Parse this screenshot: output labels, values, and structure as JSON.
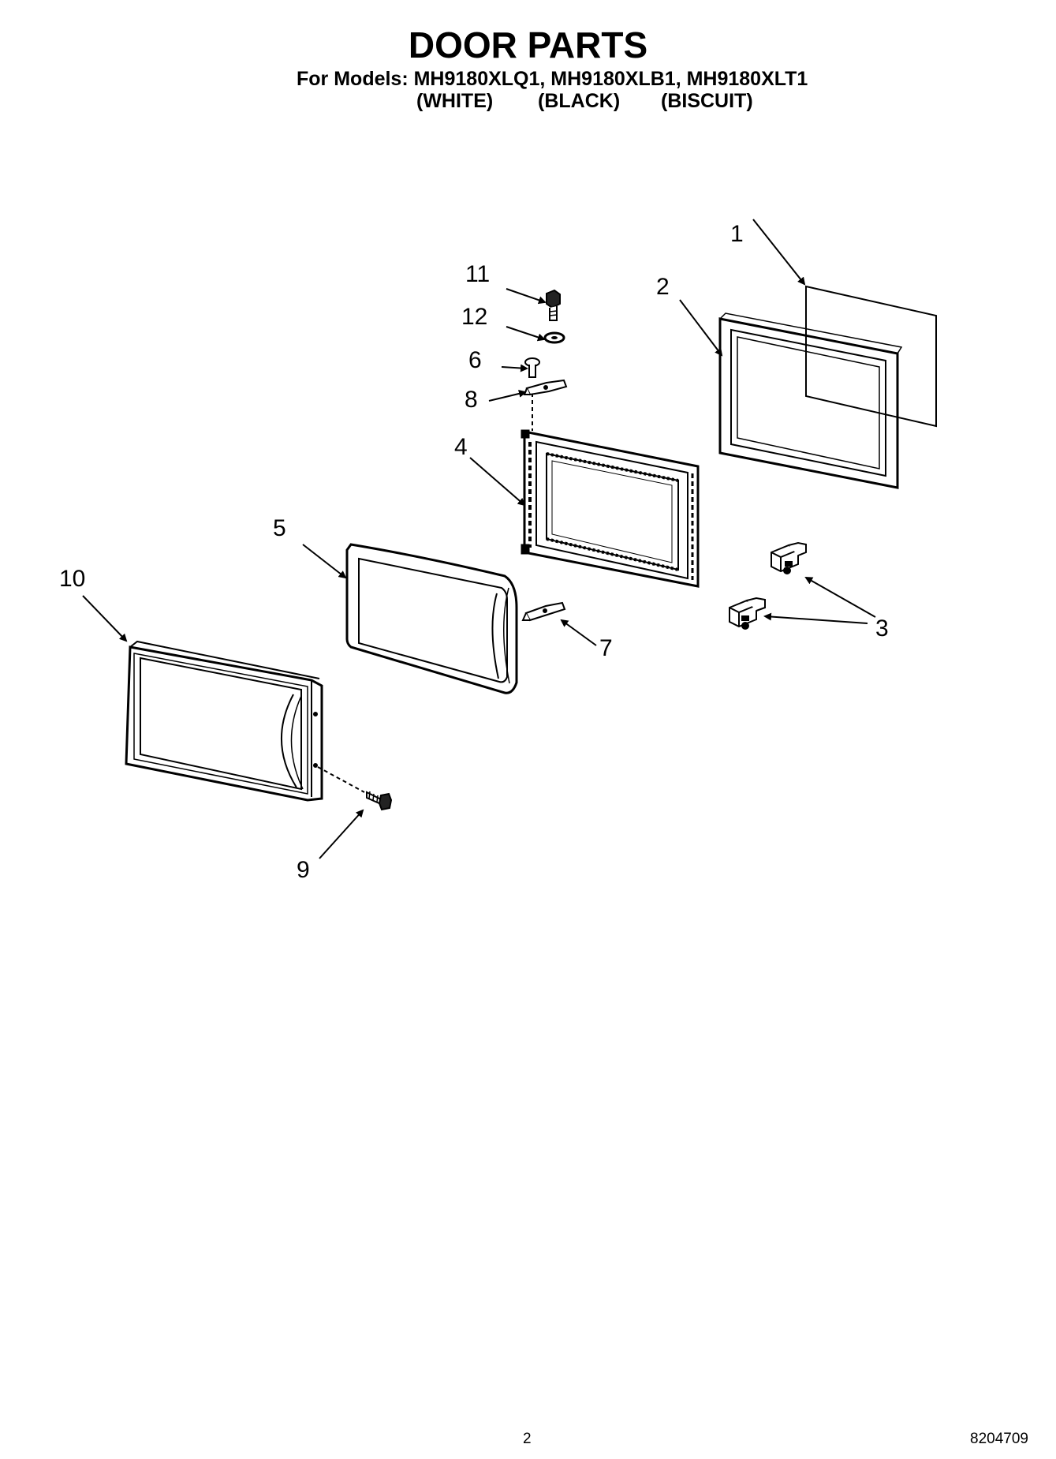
{
  "header": {
    "title": "DOOR PARTS",
    "models_line": "For Models: MH9180XLQ1, MH9180XLB1, MH9180XLT1",
    "variants": [
      "(WHITE)",
      "(BLACK)",
      "(BISCUIT)"
    ]
  },
  "callouts": [
    "1",
    "2",
    "3",
    "4",
    "5",
    "6",
    "7",
    "8",
    "9",
    "10",
    "11",
    "12"
  ],
  "footer": {
    "page_number": "2",
    "document_number": "8204709"
  }
}
